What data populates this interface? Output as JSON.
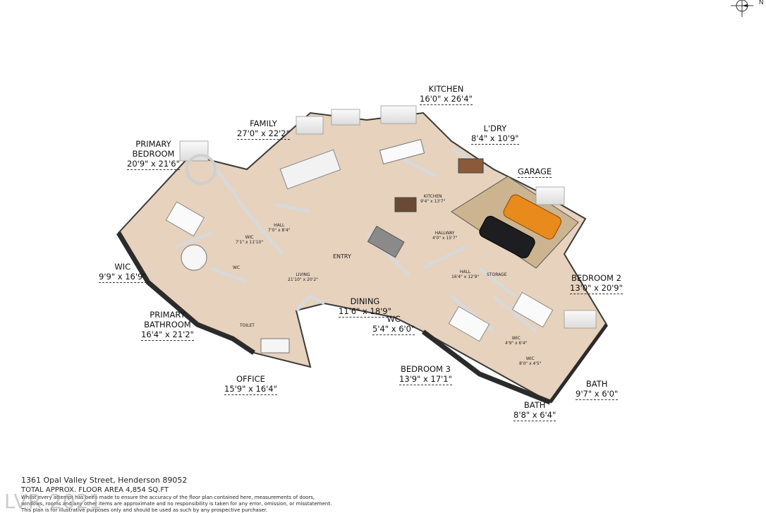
{
  "compass": {
    "label": "N"
  },
  "rooms": {
    "kitchen": {
      "name": "KITCHEN",
      "dim": "16'0\" x 26'4\""
    },
    "laundry": {
      "name": "L'DRY",
      "dim": "8'4\" x 10'9\""
    },
    "garage": {
      "name": "GARAGE"
    },
    "family": {
      "name": "FAMILY",
      "dim": "27'0\" x 22'2\""
    },
    "primary_bedroom": {
      "name1": "PRIMARY",
      "name2": "BEDROOM",
      "dim": "20'9\" x 21'6\""
    },
    "wic_primary": {
      "name": "WIC",
      "dim": "9'9\" x 16'9\""
    },
    "primary_bath": {
      "name1": "PRIMARY",
      "name2": "BATHROOM",
      "dim": "16'4\" x 21'2\""
    },
    "office": {
      "name": "OFFICE",
      "dim": "15'9\" x 16'4\""
    },
    "dining": {
      "name": "DINING",
      "dim": "11'6\" x 18'9\""
    },
    "wc": {
      "name": "WC",
      "dim": "5'4\" x 6'0\""
    },
    "bedroom2": {
      "name": "BEDROOM 2",
      "dim": "13'0\" x 20'9\""
    },
    "bedroom3": {
      "name": "BEDROOM 3",
      "dim": "13'9\" x 17'1\""
    },
    "bath_a": {
      "name": "BATH",
      "dim": "9'7\" x 6'0\""
    },
    "bath_b": {
      "name": "BATH",
      "dim": "8'8\" x 6'4\""
    }
  },
  "small_labels": {
    "kitchen_inner": {
      "name": "KITCHEN",
      "dim": "9'4\" x 13'7\""
    },
    "hallway": {
      "name": "HALLWAY",
      "dim": "4'0\" x 15'7\""
    },
    "hall_right": {
      "name": "HALL",
      "dim": "16'4\" x 12'9\""
    },
    "storage": {
      "name": "STORAGE"
    },
    "hall_left": {
      "name": "HALL",
      "dim": "7'0\" x 8'4\""
    },
    "entry": {
      "name": "ENTRY"
    },
    "living": {
      "name": "LIVING",
      "dim": "21'10\" x 20'2\""
    },
    "wic_small": {
      "name": "WIC",
      "dim": "7'1\" x 11'10\""
    },
    "wc_small": {
      "name": "WC"
    },
    "toilet": {
      "name": "TOILET"
    },
    "wic_b": {
      "name": "WIC",
      "dim": "4'9\" x 6'4\""
    },
    "wic_c": {
      "name": "WIC",
      "dim": "8'0\" x 4'5\""
    }
  },
  "footer": {
    "address": "1361 Opal Valley Street, Henderson 89052",
    "area": "TOTAL APPROX. FLOOR AREA 4,854 SQ.FT",
    "disclaimer1": "Whilst every attempt has been made to ensure the accuracy of the floor plan contained here, measurements of doors,",
    "disclaimer2": "windows, rooms and any other items are approximate and no responsibility is taken for any error, omission, or misstatement.",
    "disclaimer3": "This plan is for illustrative purposes only and should be used as such by any prospective purchaser."
  },
  "watermark": "LVR 2021",
  "colors": {
    "floor": "#e3cdb6",
    "wall": "#f4f4f4",
    "wall_dark": "#2b2b2b",
    "garage_floor": "#c9b391",
    "car_orange": "#e88a1c",
    "car_black": "#1e1e22"
  }
}
